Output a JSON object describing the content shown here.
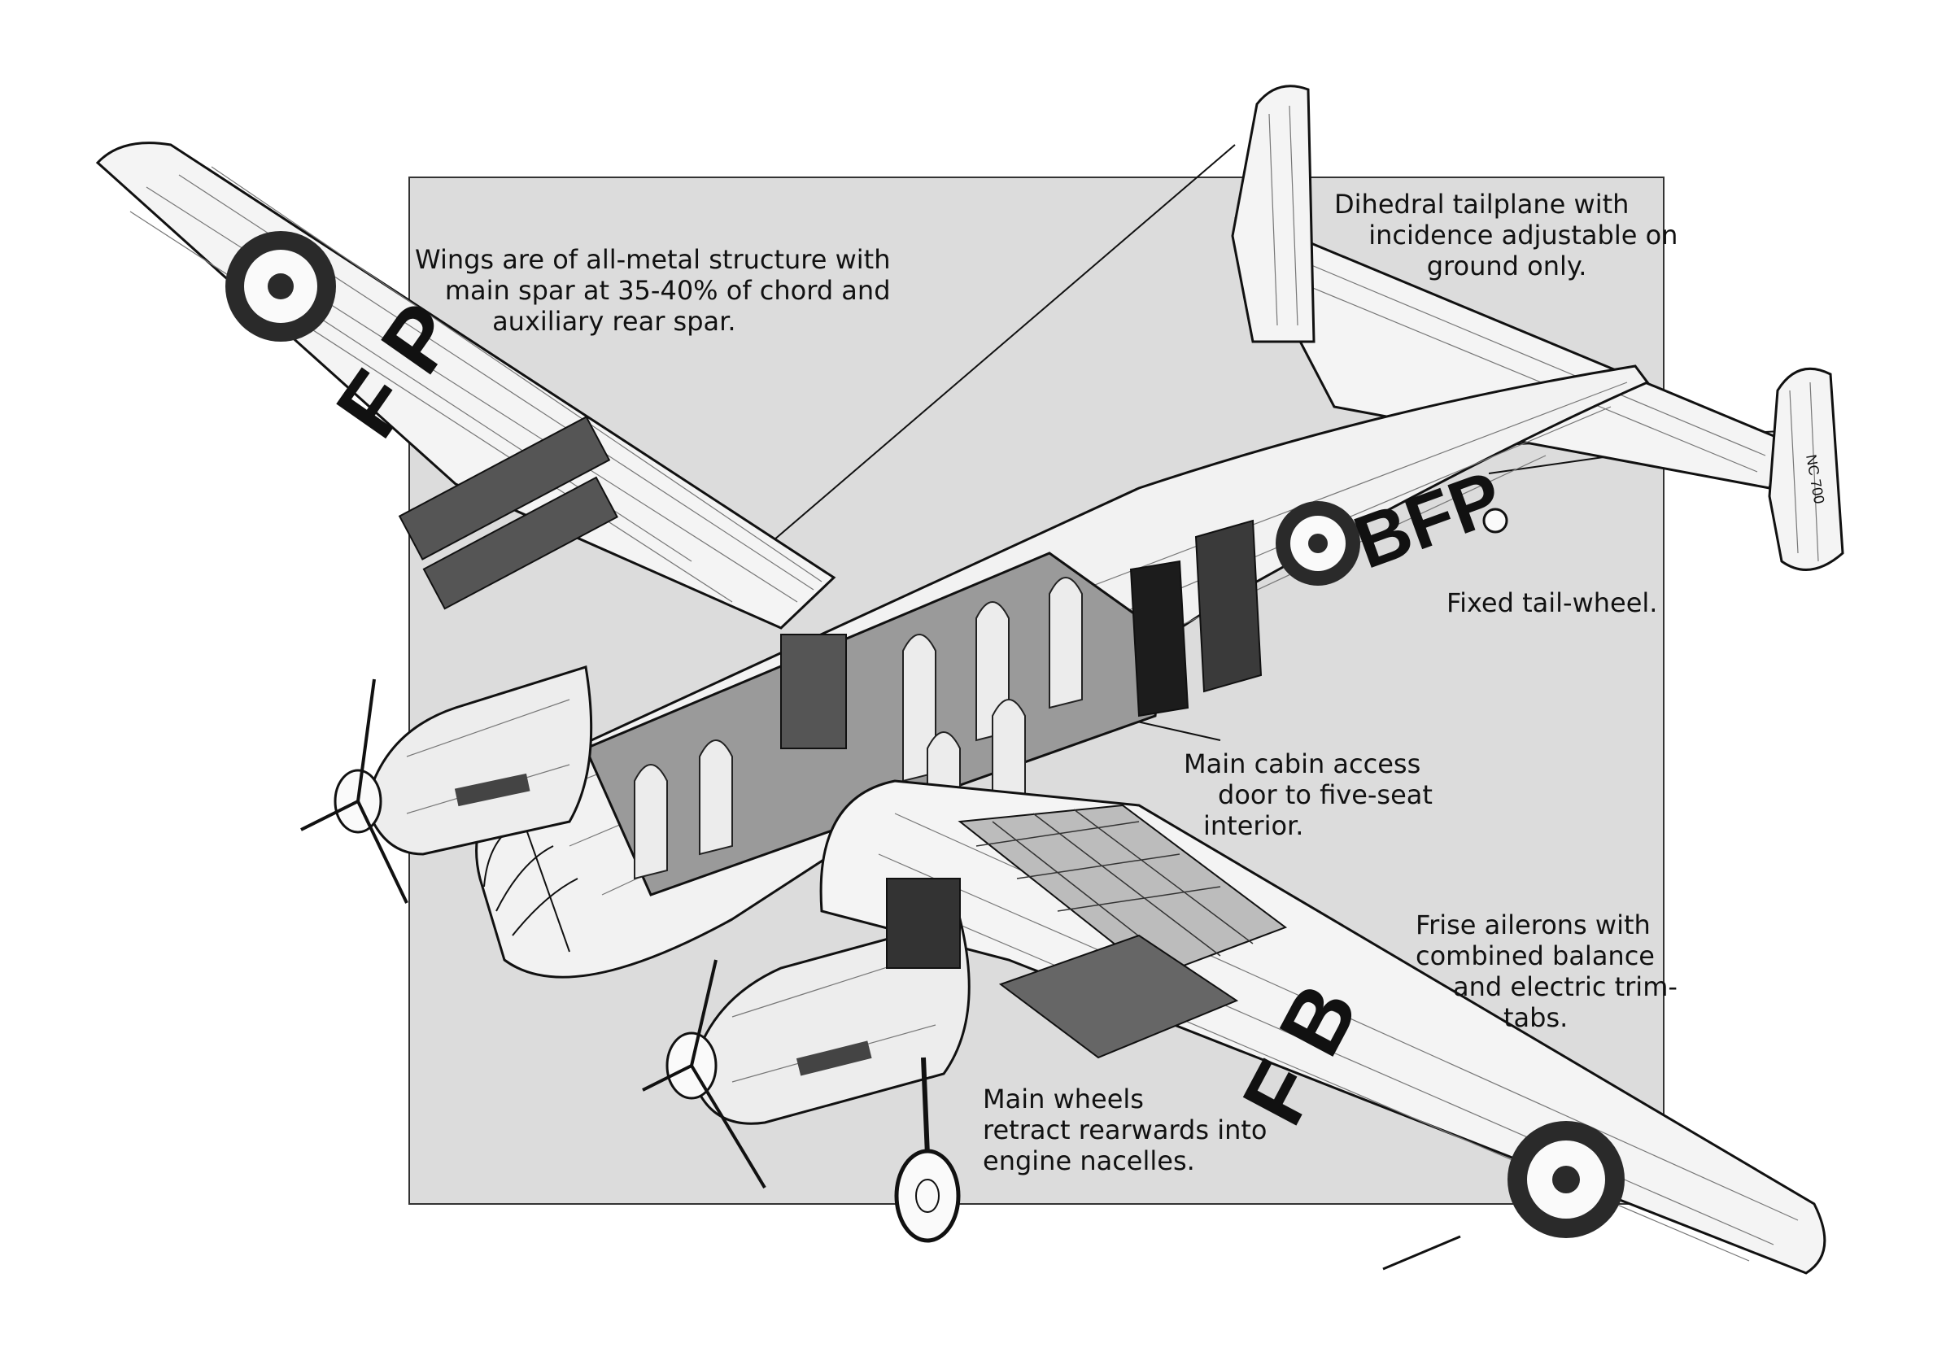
{
  "colors": {
    "panel": "#dcdcdc",
    "ink": "#111111",
    "paper": "#fafafa",
    "roundel": "#2a2a2a"
  },
  "aircraft": {
    "wing_code_left": "F P",
    "wing_code_right": "F B",
    "fuselage_code": "BFP",
    "fin_code": "NC 700"
  },
  "callouts": {
    "wings": {
      "line1": "Wings are of all-metal structure with",
      "line2": "main spar at 35-40% of chord and",
      "line3": "auxiliary rear spar."
    },
    "tailplane": {
      "line1": "Dihedral tailplane with",
      "line2": "incidence adjustable on",
      "line3": "ground only."
    },
    "tailwheel": {
      "line1": "Fixed tail-wheel."
    },
    "cabin": {
      "line1": "Main cabin access",
      "line2": "door to five-seat",
      "line3": "interior."
    },
    "ailerons": {
      "line1": "Frise ailerons with",
      "line2": "combined balance",
      "line3": "and electric trim-",
      "line4": "tabs."
    },
    "wheels": {
      "line1": "Main wheels",
      "line2": "retract rearwards into",
      "line3": "engine nacelles."
    }
  }
}
